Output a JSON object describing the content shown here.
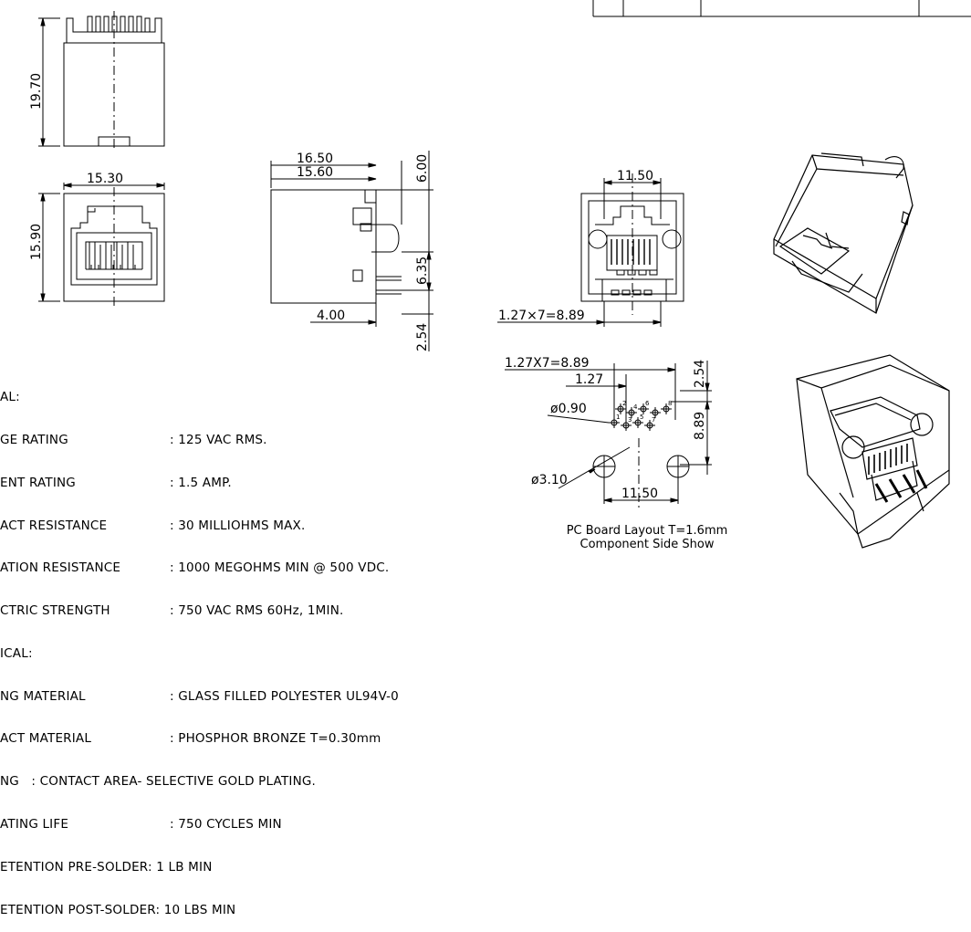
{
  "dims": {
    "side_height": "19.70",
    "front_width": "15.30",
    "front_height": "15.90",
    "profile_overall": "16.50",
    "profile_body": "15.60",
    "profile_top": "6.00",
    "profile_pin_offset": "6.35",
    "profile_bottom": "4.00",
    "profile_pin_len": "2.54",
    "bottom_view_width": "11.50",
    "bottom_view_pitch": "1.27×7=8.89",
    "pcb_pitch_total": "1.27X7=8.89",
    "pcb_pitch": "1.27",
    "pcb_row_offset": "2.54",
    "pcb_pin_hole": "ø0.90",
    "pcb_row_to_post": "8.89",
    "pcb_post_hole": "ø3.10",
    "pcb_post_spacing": "11.50"
  },
  "pin_numbers": [
    "2",
    "4",
    "6",
    "8",
    "1",
    "3",
    "5",
    "7"
  ],
  "specs": {
    "electrical_header": "AL:",
    "electrical": [
      {
        "label": "GE RATING",
        "value": ": 125 VAC RMS."
      },
      {
        "label": "ENT RATING",
        "value": ": 1.5 AMP."
      },
      {
        "label": "ACT RESISTANCE",
        "value": ": 30 MILLIOHMS MAX."
      },
      {
        "label": "ATION RESISTANCE",
        "value": ": 1000 MEGOHMS MIN @ 500 VDC."
      },
      {
        "label": "CTRIC STRENGTH",
        "value": ": 750 VAC RMS 60Hz, 1MIN."
      }
    ],
    "mechanical_header": "ICAL:",
    "mechanical": [
      {
        "label": "NG MATERIAL",
        "value": ": GLASS FILLED POLYESTER UL94V-0"
      },
      {
        "label": "ACT MATERIAL",
        "value": ": PHOSPHOR BRONZE T=0.30mm"
      },
      {
        "label": "NG   : CONTACT AREA- SELECTIVE GOLD PLATING.",
        "value": ""
      },
      {
        "label": "ATING LIFE",
        "value": ": 750 CYCLES MIN"
      },
      {
        "label": "ETENTION PRE-SOLDER: 1 LB MIN",
        "value": ""
      },
      {
        "label": "ETENTION POST-SOLDER: 10 LBS MIN",
        "value": ""
      }
    ]
  },
  "captions": {
    "pcb_layout": "PC Board Layout T=1.6mm",
    "component_side": "Component Side Show"
  }
}
